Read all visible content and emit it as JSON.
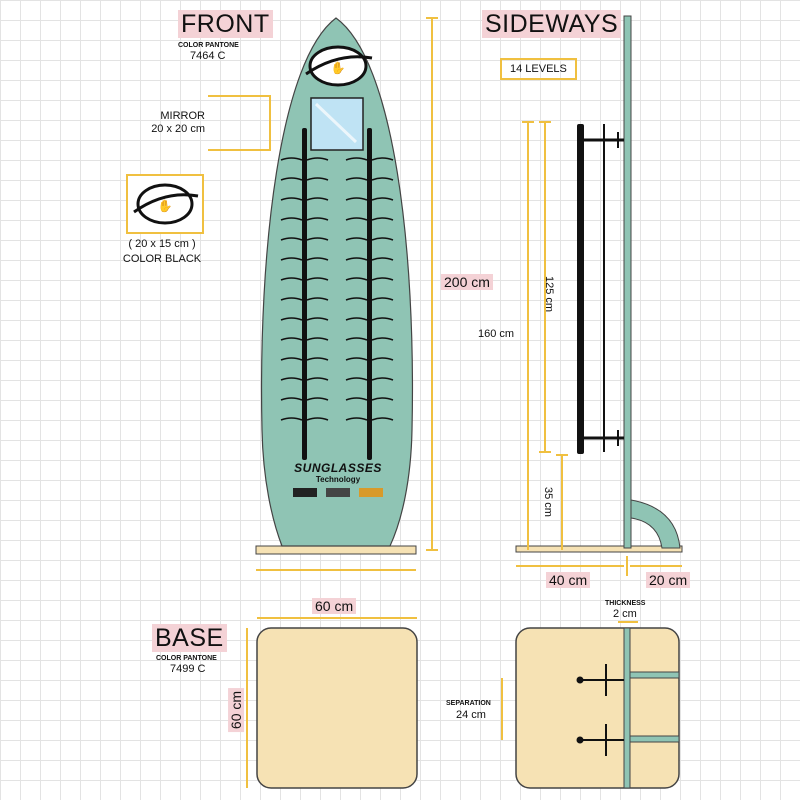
{
  "front": {
    "title": "FRONT",
    "color_label": "COLOR PANTONE",
    "color_code": "7464 C",
    "mirror_label": "MIRROR",
    "mirror_size": "20 x 20 cm",
    "logo_size": "( 20 x 15 cm )",
    "logo_color": "COLOR BLACK",
    "height_label": "200 cm",
    "board_text": "SUNGLASSES",
    "board_subtext": "Technology",
    "board_color": "#8fc4b4",
    "rows_per_column": 14
  },
  "sideways": {
    "title": "SIDEWAYS",
    "levels_label": "14  LEVELS",
    "dim_160": "160 cm",
    "dim_125": "125 cm",
    "dim_35": "35 cm",
    "dim_40": "40 cm",
    "dim_20": "20 cm",
    "thickness_label": "THICKNESS",
    "thickness_value": "2 cm"
  },
  "base": {
    "title": "BASE",
    "color_label": "COLOR PANTONE",
    "color_code": "7499 C",
    "width_label": "60 cm",
    "height_label": "60 cm",
    "separation_label": "SEPARATION",
    "separation_value": "24 cm",
    "base_color": "#f6e2b4"
  },
  "colors": {
    "dimension_line": "#f0c040",
    "outline": "#444444"
  }
}
